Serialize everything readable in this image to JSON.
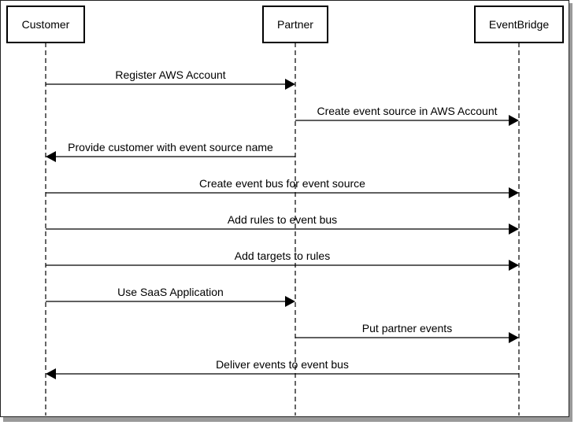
{
  "diagram": {
    "participants": [
      {
        "id": "customer",
        "label": "Customer"
      },
      {
        "id": "partner",
        "label": "Partner"
      },
      {
        "id": "eventbridge",
        "label": "EventBridge"
      }
    ],
    "messages": [
      {
        "from": "customer",
        "to": "partner",
        "label": "Register AWS Account"
      },
      {
        "from": "partner",
        "to": "eventbridge",
        "label": "Create event source in AWS Account"
      },
      {
        "from": "partner",
        "to": "customer",
        "label": "Provide customer with event source name"
      },
      {
        "from": "customer",
        "to": "eventbridge",
        "label": "Create event bus for event source"
      },
      {
        "from": "customer",
        "to": "eventbridge",
        "label": "Add rules to event bus"
      },
      {
        "from": "customer",
        "to": "eventbridge",
        "label": "Add targets to rules"
      },
      {
        "from": "customer",
        "to": "partner",
        "label": "Use SaaS Application"
      },
      {
        "from": "partner",
        "to": "eventbridge",
        "label": "Put partner events"
      },
      {
        "from": "eventbridge",
        "to": "customer",
        "label": "Deliver events to event bus"
      }
    ]
  }
}
